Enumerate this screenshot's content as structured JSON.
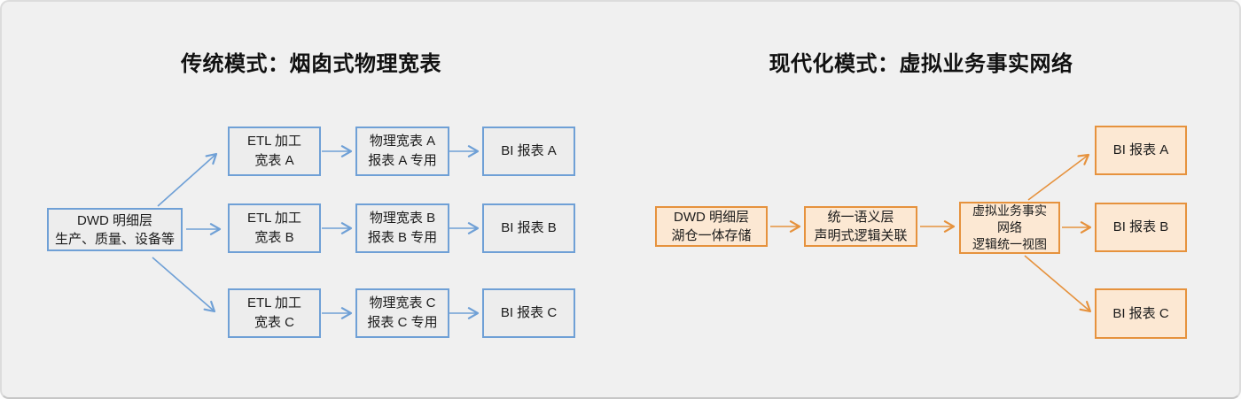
{
  "colors": {
    "background": "#f0f0f0",
    "card_border": "#dcdcdc",
    "blue_stroke": "#6fa0d6",
    "blue_fill": "#ededed",
    "orange_stroke": "#e6923d",
    "orange_fill": "#fce8d3",
    "text": "#1b1b1b"
  },
  "left_panel": {
    "title": "传统模式：烟囱式物理宽表",
    "source": {
      "lines": [
        "DWD 明细层",
        "生产、质量、设备等"
      ]
    },
    "rows": [
      {
        "etl": [
          "ETL 加工",
          "宽表 A"
        ],
        "wide": [
          "物理宽表 A",
          "报表 A 专用"
        ],
        "bi": "BI 报表 A"
      },
      {
        "etl": [
          "ETL 加工",
          "宽表 B"
        ],
        "wide": [
          "物理宽表 B",
          "报表 B 专用"
        ],
        "bi": "BI 报表 B"
      },
      {
        "etl": [
          "ETL 加工",
          "宽表 C"
        ],
        "wide": [
          "物理宽表 C",
          "报表 C 专用"
        ],
        "bi": "BI 报表 C"
      }
    ]
  },
  "right_panel": {
    "title": "现代化模式：虚拟业务事实网络",
    "source": {
      "lines": [
        "DWD 明细层",
        "湖仓一体存储"
      ]
    },
    "semantic": {
      "lines": [
        "统一语义层",
        "声明式逻辑关联"
      ]
    },
    "network": {
      "lines": [
        "虚拟业务事实",
        "网络",
        "逻辑统一视图"
      ]
    },
    "bi": [
      "BI 报表 A",
      "BI 报表 B",
      "BI 报表 C"
    ]
  }
}
